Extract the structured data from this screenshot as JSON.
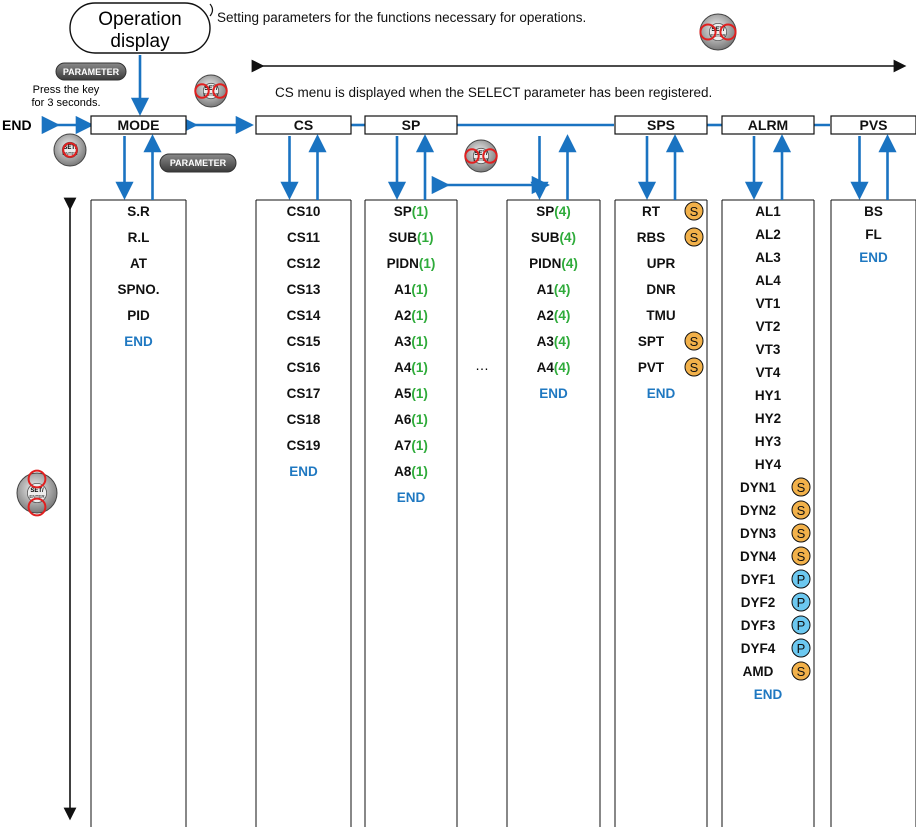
{
  "operation_display": [
    "Operation",
    "display"
  ],
  "top_note": "Setting parameters for the functions necessary for operations.",
  "cs_note": "CS menu is displayed when the SELECT parameter has been registered.",
  "parameter_key": "PARAMETER",
  "press_note": [
    "Press the key",
    "for 3 seconds."
  ],
  "set_enter_key": [
    "SET/",
    "ENTER"
  ],
  "end_left": "END",
  "ellipsis": "…",
  "columns": [
    {
      "header": "MODE",
      "items": [
        {
          "label": "S.R"
        },
        {
          "label": "R.L"
        },
        {
          "label": "AT"
        },
        {
          "label": "SPNO."
        },
        {
          "label": "PID"
        },
        {
          "label": "END",
          "end": true
        }
      ]
    },
    {
      "header": "CS",
      "items": [
        {
          "label": "CS10"
        },
        {
          "label": "CS11"
        },
        {
          "label": "CS12"
        },
        {
          "label": "CS13"
        },
        {
          "label": "CS14"
        },
        {
          "label": "CS15"
        },
        {
          "label": "CS16"
        },
        {
          "label": "CS17"
        },
        {
          "label": "CS18"
        },
        {
          "label": "CS19"
        },
        {
          "label": "END",
          "end": true
        }
      ]
    },
    {
      "header": "SP",
      "items": [
        {
          "label": "SP",
          "index": "(1)"
        },
        {
          "label": "SUB",
          "index": "(1)"
        },
        {
          "label": "PIDN",
          "index": "(1)"
        },
        {
          "label": "A1",
          "index": "(1)"
        },
        {
          "label": "A2",
          "index": "(1)"
        },
        {
          "label": "A3",
          "index": "(1)"
        },
        {
          "label": "A4",
          "index": "(1)"
        },
        {
          "label": "A5",
          "index": "(1)"
        },
        {
          "label": "A6",
          "index": "(1)"
        },
        {
          "label": "A7",
          "index": "(1)"
        },
        {
          "label": "A8",
          "index": "(1)"
        },
        {
          "label": "END",
          "end": true
        }
      ]
    },
    {
      "header": "",
      "items": [
        {
          "label": "SP",
          "index": "(4)"
        },
        {
          "label": "SUB",
          "index": "(4)"
        },
        {
          "label": "PIDN",
          "index": "(4)"
        },
        {
          "label": "A1",
          "index": "(4)"
        },
        {
          "label": "A2",
          "index": "(4)"
        },
        {
          "label": "A3",
          "index": "(4)"
        },
        {
          "label": "A4",
          "index": "(4)"
        },
        {
          "label": "END",
          "end": true
        }
      ]
    },
    {
      "header": "SPS",
      "items": [
        {
          "label": "RT",
          "badge": "S"
        },
        {
          "label": "RBS",
          "badge": "S"
        },
        {
          "label": "UPR"
        },
        {
          "label": "DNR"
        },
        {
          "label": "TMU"
        },
        {
          "label": "SPT",
          "badge": "S"
        },
        {
          "label": "PVT",
          "badge": "S"
        },
        {
          "label": "END",
          "end": true
        }
      ]
    },
    {
      "header": "ALRM",
      "items": [
        {
          "label": "AL1"
        },
        {
          "label": "AL2"
        },
        {
          "label": "AL3"
        },
        {
          "label": "AL4"
        },
        {
          "label": "VT1"
        },
        {
          "label": "VT2"
        },
        {
          "label": "VT3"
        },
        {
          "label": "VT4"
        },
        {
          "label": "HY1"
        },
        {
          "label": "HY2"
        },
        {
          "label": "HY3"
        },
        {
          "label": "HY4"
        },
        {
          "label": "DYN1",
          "badge": "S"
        },
        {
          "label": "DYN2",
          "badge": "S"
        },
        {
          "label": "DYN3",
          "badge": "S"
        },
        {
          "label": "DYN4",
          "badge": "S"
        },
        {
          "label": "DYF1",
          "badge": "P"
        },
        {
          "label": "DYF2",
          "badge": "P"
        },
        {
          "label": "DYF3",
          "badge": "P"
        },
        {
          "label": "DYF4",
          "badge": "P"
        },
        {
          "label": "AMD",
          "badge": "S"
        },
        {
          "label": "END",
          "end": true
        }
      ]
    },
    {
      "header": "PVS",
      "items": [
        {
          "label": "BS"
        },
        {
          "label": "FL"
        },
        {
          "label": "END",
          "end": true
        }
      ]
    }
  ]
}
